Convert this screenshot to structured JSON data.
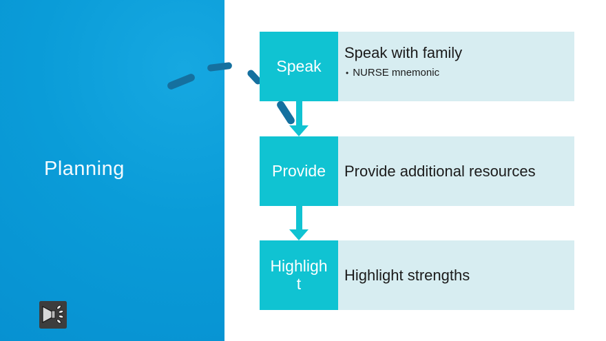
{
  "colors": {
    "panel_blue": "#0a9cd8",
    "panel_blue_light": "#16a8e1",
    "panel_blue_deep": "#0791d1",
    "accent_teal": "#10c3d2",
    "content_teal": "#d7edf1",
    "ink_blue": "#15709f",
    "text_dark": "#1b1b1b",
    "text_light": "#f4fbfe"
  },
  "left_panel": {
    "title": "Planning",
    "audio_icon": "speaker-icon"
  },
  "process": {
    "rows": [
      {
        "label": "Speak",
        "title": "Speak with family",
        "bullet_glyph": "•",
        "bullet_text": "NURSE mnemonic"
      },
      {
        "label": "Provide",
        "title": "Provide additional resources"
      },
      {
        "label": "Highlight",
        "title": "Highlight strengths"
      }
    ]
  }
}
